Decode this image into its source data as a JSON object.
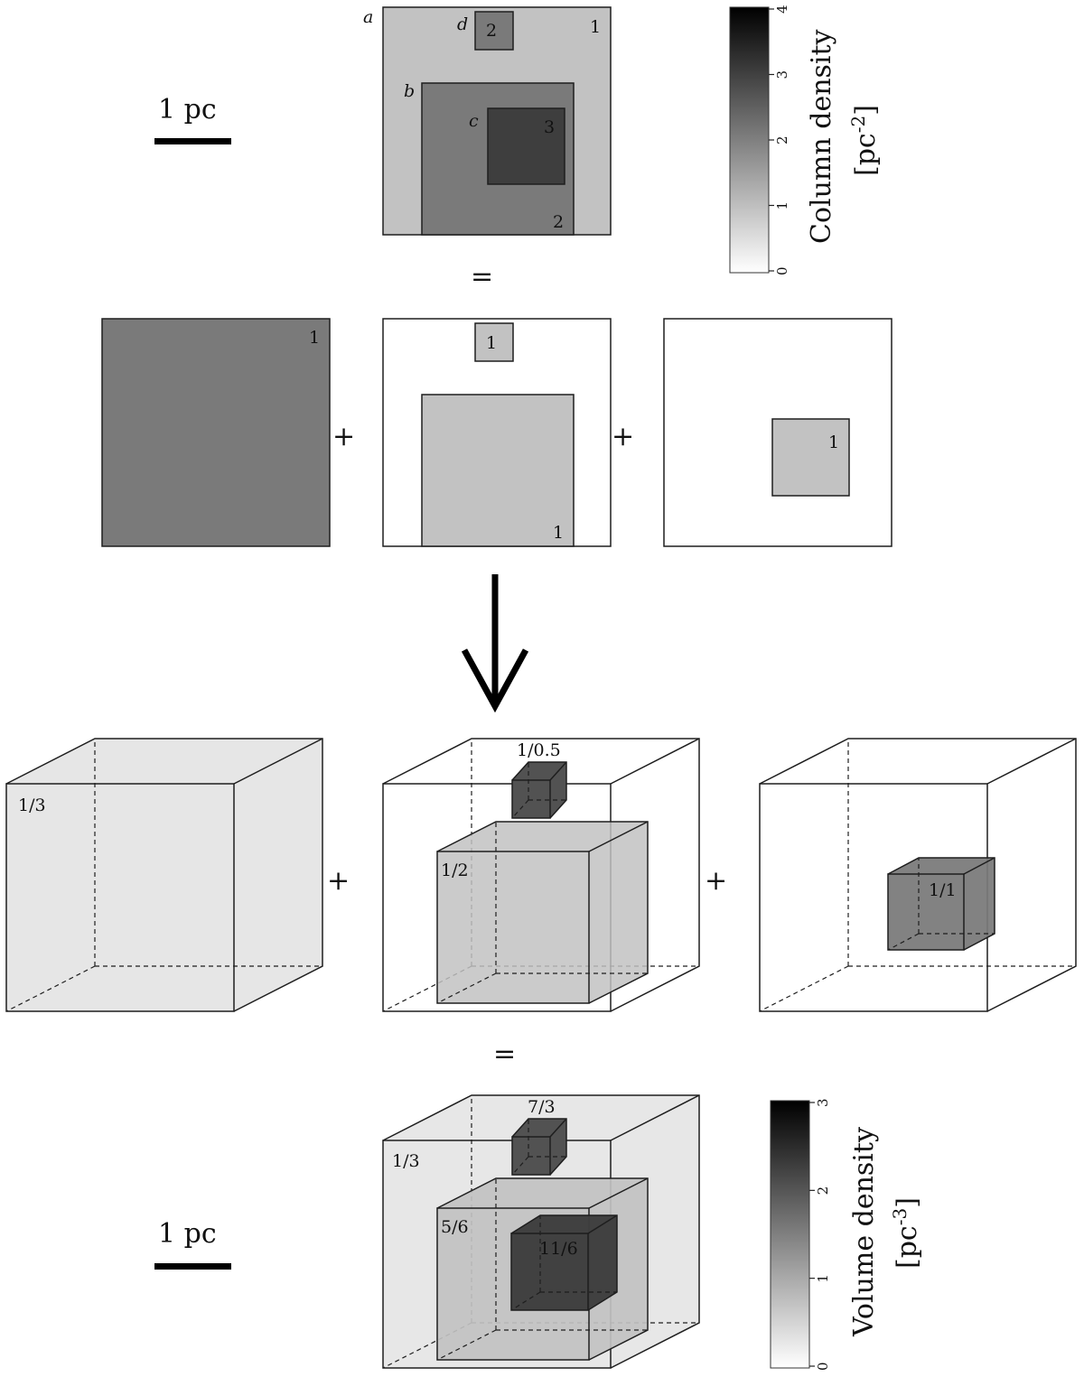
{
  "colors": {
    "background": "#ffffff",
    "level_0": "#f8f8f8",
    "level_1_3": "#e6e6e6",
    "level_1": "#c2c2c2",
    "level_5_6": "#b8b8b8",
    "level_2": "#7a7a7a",
    "level_7_3": "#525252",
    "level_3": "#3e3e3e",
    "outline": "#1e1e1e"
  },
  "scale_bar": {
    "top_label": "1 pc",
    "bottom_label": "1 pc"
  },
  "column_map": {
    "region_letters": {
      "a": "a",
      "b": "b",
      "c": "c",
      "d": "d"
    },
    "values": {
      "a": "1",
      "b": "2",
      "c": "3",
      "d": "2"
    }
  },
  "operators": {
    "plus": "+",
    "equals": "="
  },
  "decomposition": {
    "panel_1_value": "1",
    "panel_2_small_value": "1",
    "panel_2_large_value": "1",
    "panel_3_value": "1"
  },
  "cubes": {
    "cube_1_label": "1/3",
    "cube_2_small_label": "1/0.5",
    "cube_2_large_label": "1/2",
    "cube_3_label": "1/1"
  },
  "volume_result": {
    "outer_label": "1/3",
    "top_small_label": "7/3",
    "mid_label": "5/6",
    "inner_label": "11/6"
  },
  "colorbar_column": {
    "title_line1": "Column density",
    "title_line2_base": "[pc",
    "title_line2_sup": "-2",
    "title_line2_end": "]",
    "ticks": [
      "0",
      "1",
      "2",
      "3",
      "4"
    ],
    "range": [
      0,
      4
    ]
  },
  "colorbar_volume": {
    "title_line1": "Volume density",
    "title_line2_base": "[pc",
    "title_line2_sup": "-3",
    "title_line2_end": "]",
    "ticks": [
      "0",
      "1",
      "2",
      "3"
    ],
    "range": [
      0,
      3
    ]
  }
}
